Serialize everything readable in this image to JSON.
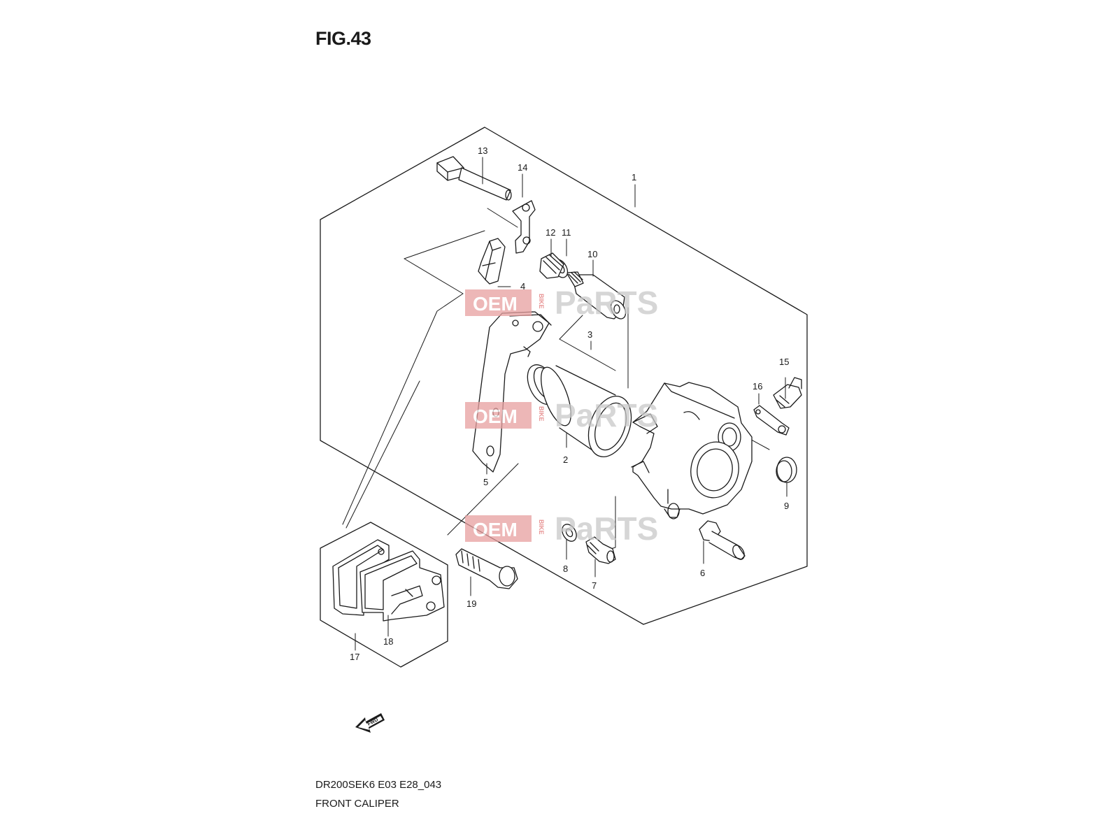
{
  "figure": {
    "title": "FIG.43",
    "model_code": "DR200SEK6 E03 E28_043",
    "name": "FRONT CALIPER"
  },
  "callouts": [
    {
      "number": "1",
      "part": "caliper-assembly"
    },
    {
      "number": "2",
      "part": "piston"
    },
    {
      "number": "3",
      "part": "piston-seal-set"
    },
    {
      "number": "4",
      "part": "pad-spring"
    },
    {
      "number": "5",
      "part": "caliper-holder"
    },
    {
      "number": "6",
      "part": "holder-pin"
    },
    {
      "number": "7",
      "part": "caliper-pin"
    },
    {
      "number": "8",
      "part": "washer"
    },
    {
      "number": "9",
      "part": "cap"
    },
    {
      "number": "10",
      "part": "slide-pin"
    },
    {
      "number": "11",
      "part": "o-ring"
    },
    {
      "number": "12",
      "part": "boot"
    },
    {
      "number": "13",
      "part": "mounting-bolt"
    },
    {
      "number": "14",
      "part": "lock-washer"
    },
    {
      "number": "15",
      "part": "bleeder-valve"
    },
    {
      "number": "16",
      "part": "bleeder-cap"
    },
    {
      "number": "17",
      "part": "brake-pad-set"
    },
    {
      "number": "18",
      "part": "pad-shim"
    },
    {
      "number": "19",
      "part": "caliper-bolt"
    }
  ],
  "direction_marker": {
    "label": "FWD",
    "icon": "fwd-arrow-icon"
  },
  "watermark": {
    "brand_left": "OEM",
    "brand_mid": "BIKE",
    "brand_right": "PaRTS",
    "colors": {
      "badge": "#e8a0a0",
      "text": "#c9c9c9",
      "accent": "#e07070"
    }
  }
}
